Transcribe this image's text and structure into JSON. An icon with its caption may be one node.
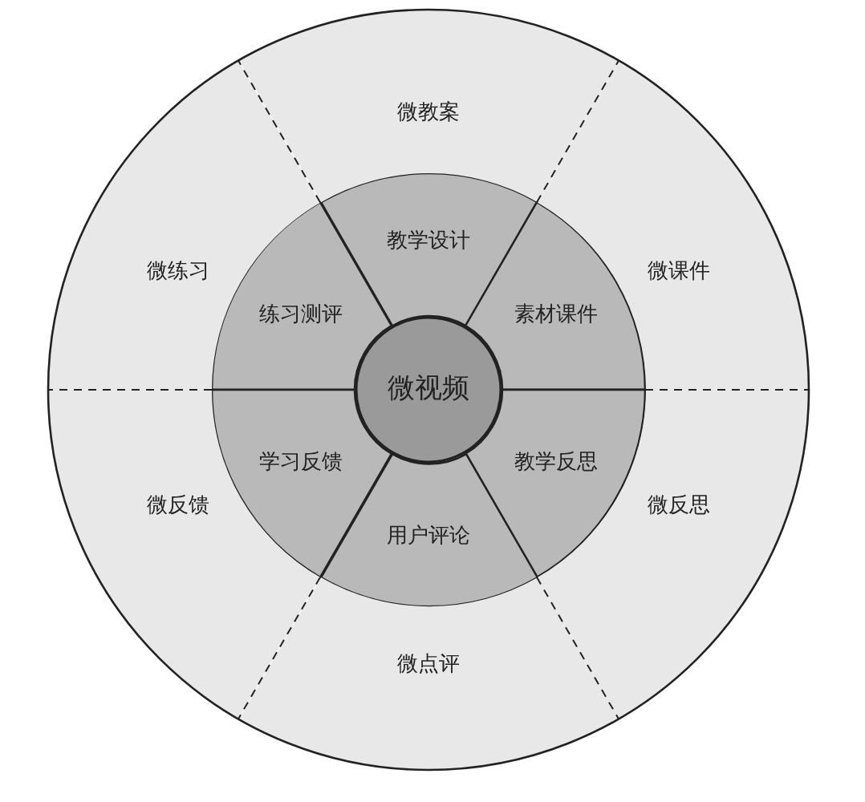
{
  "diagram": {
    "nodes": [
      {
        "text": [
          "微视频"
        ]
      },
      {
        "text": [
          "教学设计"
        ]
      },
      {
        "text": [
          "素材课件"
        ]
      },
      {
        "text": [
          "教学反思"
        ]
      },
      {
        "text": [
          "用户评论"
        ]
      },
      {
        "text": [
          "学习反馈"
        ]
      },
      {
        "text": [
          "练习测评"
        ]
      },
      {
        "text": [
          "微教案"
        ]
      },
      {
        "text": [
          "微课件"
        ]
      },
      {
        "text": [
          "微反思"
        ]
      },
      {
        "text": [
          "微点评"
        ]
      },
      {
        "text": [
          "微反馈"
        ]
      },
      {
        "text": [
          "微练习"
        ]
      }
    ]
  }
}
